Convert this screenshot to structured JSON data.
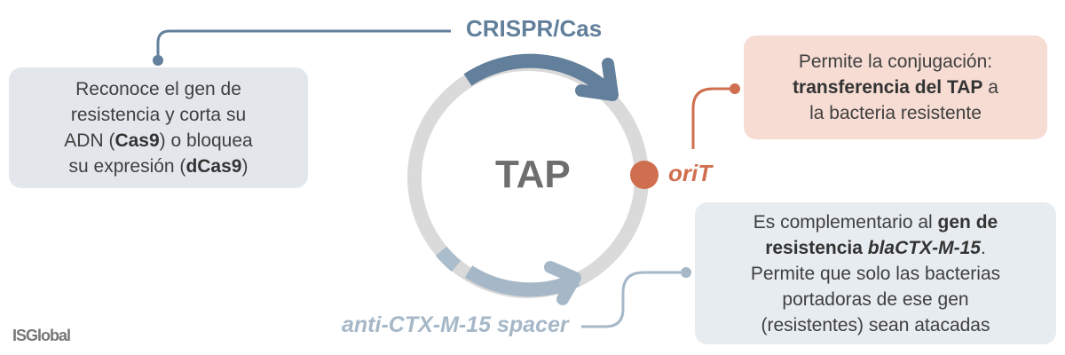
{
  "center_label": "TAP",
  "crispr": {
    "label": "CRISPR/Cas",
    "text": [
      "Reconoce el gen de",
      "resistencia y corta su",
      "ADN (",
      "Cas9",
      ") o bloquea",
      "su expresión (",
      "dCas9",
      ")"
    ]
  },
  "orit": {
    "label": "oriT",
    "text": [
      "Permite la conjugación:",
      "transferencia del TAP",
      " a",
      "la bacteria resistente"
    ]
  },
  "spacer": {
    "label": "anti-CTX-M-15 spacer",
    "text": [
      "Es complementario al ",
      "gen de",
      "resistencia ",
      "blaCTX-M-15",
      ".",
      "Permite que solo las bacterias",
      "portadoras de ese gen",
      "(resistentes) sean atacadas"
    ]
  },
  "logo": "ISGlobal",
  "colors": {
    "crispr": "#627f9b",
    "orit": "#d06f4f",
    "spacer": "#a6b8c8",
    "ring": "#dadada"
  }
}
